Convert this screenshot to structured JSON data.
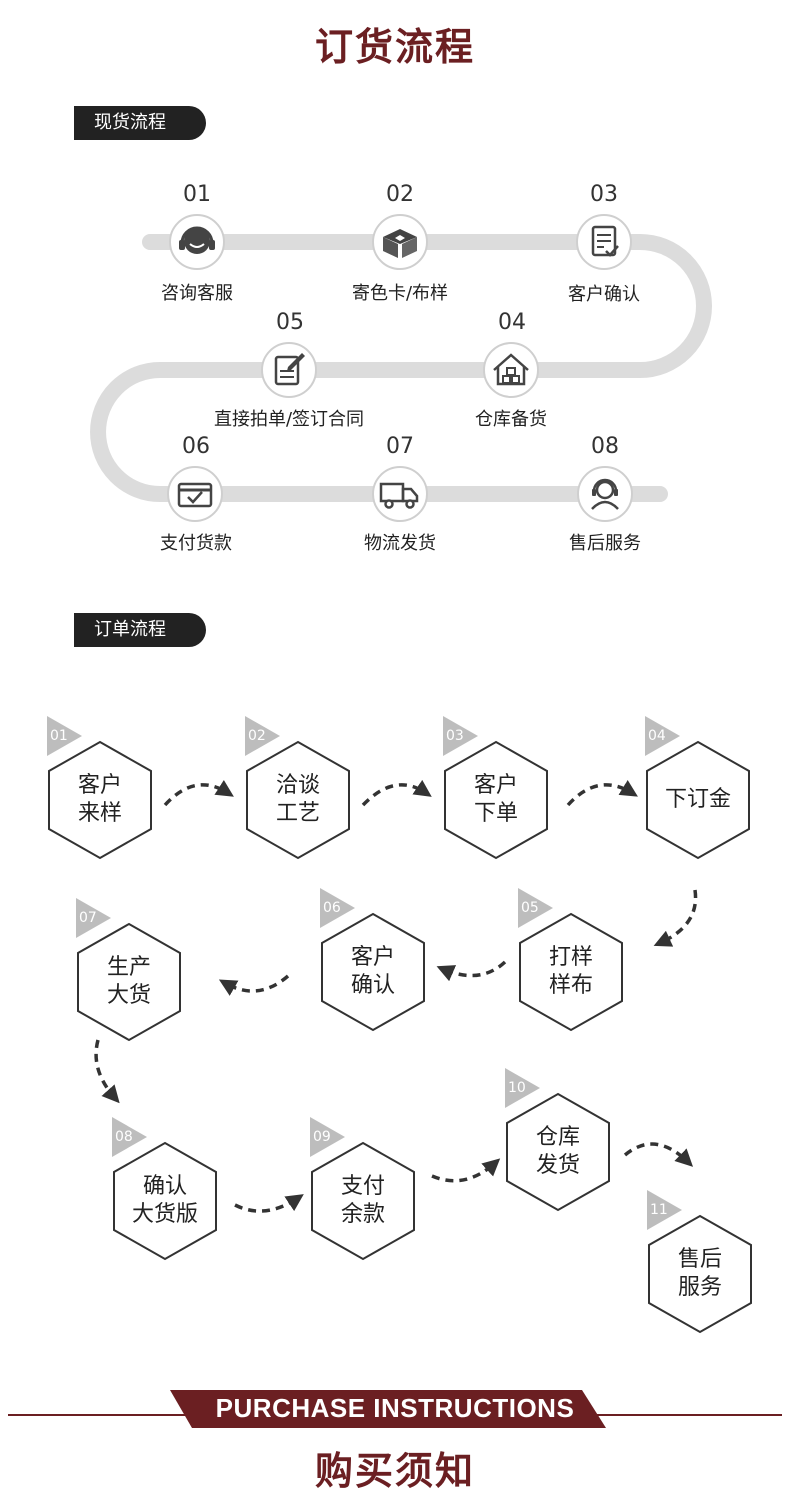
{
  "header": {
    "title": "订货流程"
  },
  "stock_section": {
    "tag": "现货流程",
    "steps": [
      {
        "num": "01",
        "label": "咨询客服",
        "icon": "customer-service-icon"
      },
      {
        "num": "02",
        "label": "寄色卡/布样",
        "icon": "package-icon"
      },
      {
        "num": "03",
        "label": "客户确认",
        "icon": "document-check-icon"
      },
      {
        "num": "04",
        "label": "仓库备货",
        "icon": "warehouse-icon"
      },
      {
        "num": "05",
        "label": "直接拍单/签订合同",
        "icon": "contract-edit-icon"
      },
      {
        "num": "06",
        "label": "支付货款",
        "icon": "payment-card-icon"
      },
      {
        "num": "07",
        "label": "物流发货",
        "icon": "delivery-truck-icon"
      },
      {
        "num": "08",
        "label": "售后服务",
        "icon": "after-sales-headset-icon"
      }
    ]
  },
  "order_section": {
    "tag": "订单流程",
    "steps": [
      {
        "num": "01",
        "line1": "客户",
        "line2": "来样"
      },
      {
        "num": "02",
        "line1": "洽谈",
        "line2": "工艺"
      },
      {
        "num": "03",
        "line1": "客户",
        "line2": "下单"
      },
      {
        "num": "04",
        "line1": "下订金",
        "line2": ""
      },
      {
        "num": "05",
        "line1": "打样",
        "line2": "样布"
      },
      {
        "num": "06",
        "line1": "客户",
        "line2": "确认"
      },
      {
        "num": "07",
        "line1": "生产",
        "line2": "大货"
      },
      {
        "num": "08",
        "line1": "确认",
        "line2": "大货版"
      },
      {
        "num": "09",
        "line1": "支付",
        "line2": "余款"
      },
      {
        "num": "10",
        "line1": "仓库",
        "line2": "发货"
      },
      {
        "num": "11",
        "line1": "售后",
        "line2": "服务"
      }
    ]
  },
  "footer": {
    "banner": "PURCHASE INSTRUCTIONS",
    "title": "购买须知"
  },
  "colors": {
    "accent": "#6b1f22",
    "tag_bg": "#222222",
    "track": "#dcdcdc"
  }
}
